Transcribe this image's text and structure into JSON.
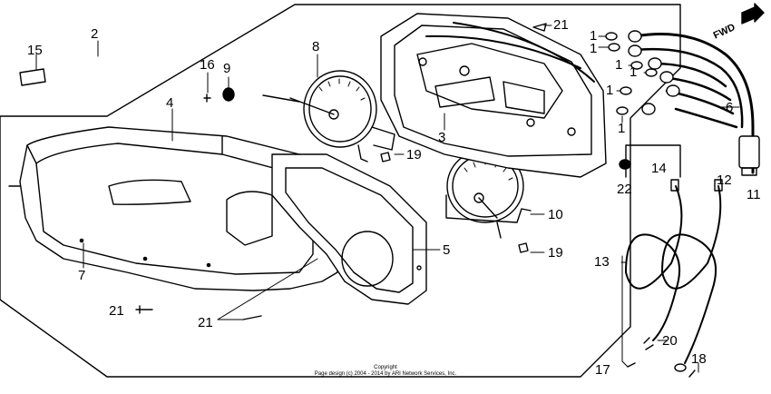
{
  "diagram": {
    "callouts": [
      "1",
      "2",
      "3",
      "4",
      "5",
      "6",
      "7",
      "8",
      "9",
      "10",
      "11",
      "12",
      "13",
      "14",
      "15",
      "16",
      "17",
      "18",
      "19",
      "20",
      "21",
      "22"
    ],
    "direction_label": "FWD"
  },
  "footer": {
    "copyright_line1": "Copyright",
    "copyright_line2": "Page design (c) 2004 - 2014 by ARI Network Services, Inc."
  }
}
